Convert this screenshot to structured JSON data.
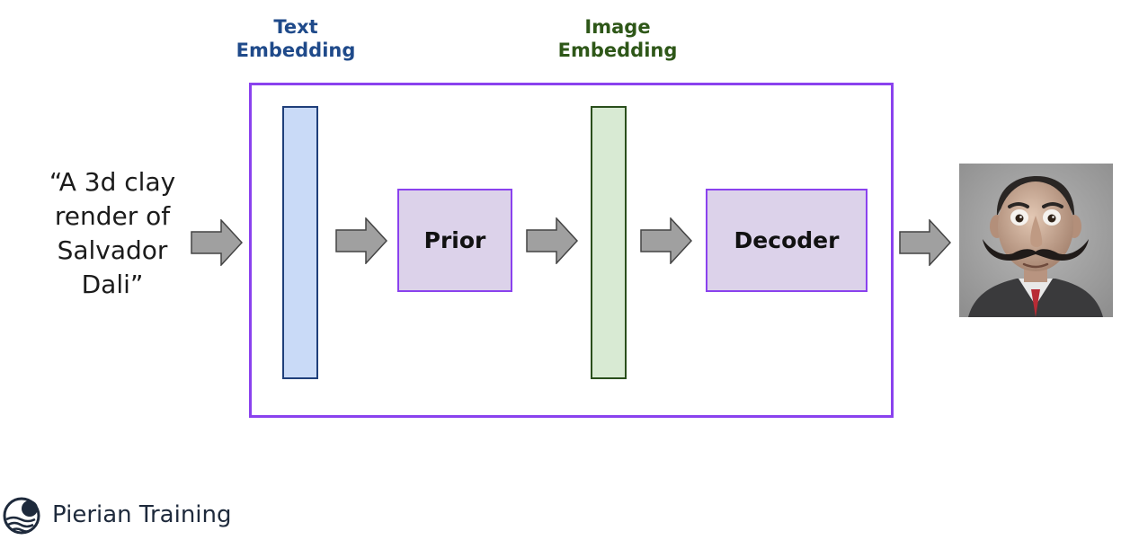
{
  "diagram": {
    "labels": {
      "text_embedding": [
        "Text",
        "Embedding"
      ],
      "image_embedding": [
        "Image",
        "Embedding"
      ]
    },
    "prompt": [
      "“A 3d clay",
      "render of",
      "Salvador",
      "Dali”"
    ],
    "stages": {
      "prior": "Prior",
      "decoder": "Decoder"
    },
    "colors": {
      "text_label": "#1f4a8a",
      "image_label": "#2e5718",
      "frame": "#8a42ee",
      "text_bar_fill": "#c9daf7",
      "text_bar_border": "#1f3f7a",
      "image_bar_fill": "#d8ead3",
      "image_bar_border": "#2a4f1c",
      "stage_fill": "#dcd2ea",
      "arrow_fill": "#a0a0a0",
      "arrow_stroke": "#444444"
    },
    "output_image": "salvador-dali-clay-render"
  },
  "brand": {
    "name": "Pierian Training",
    "icon": "pierian-logo-icon"
  }
}
